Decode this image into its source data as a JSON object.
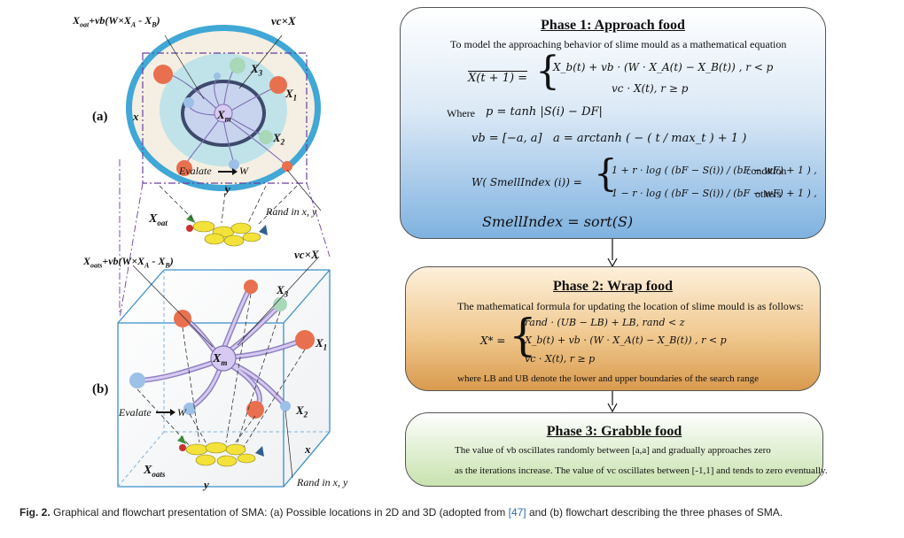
{
  "left": {
    "label_a": "(a)",
    "label_b": "(b)",
    "top_formula": "X",
    "top_formula_sub": "oat",
    "top_formula_rest": "+vb(W×X",
    "top_formula_sub2": "A",
    "top_formula_rest2": " - X",
    "top_formula_sub3": "B",
    "top_formula_end": ")",
    "vc_x": "vc×X",
    "x3": "X",
    "x3_sub": "3",
    "x1": "X",
    "x1_sub": "1",
    "x2": "X",
    "x2_sub": "2",
    "xm": "X",
    "xm_sub": "m",
    "x_axis": "x",
    "y_axis": "y",
    "evaluate": "Evalate",
    "w": "W",
    "rand": "Rand in x, y",
    "xoat": "X",
    "xoat_sub": "oat",
    "b_formula": "X",
    "b_formula_sub": "oats",
    "b_formula_rest": "+vb(W×X",
    "b_formula_sub2": "A",
    "b_formula_rest2": " - X",
    "b_formula_sub3": "B",
    "b_formula_end": ")",
    "b_vc_x": "vc×X",
    "b_evaluate": "Evalate",
    "b_w": "W",
    "b_rand": "Rand in x, y",
    "b_xoats": "X",
    "b_xoats_sub": "oats",
    "b_x_axis": "x",
    "b_y_axis": "y"
  },
  "phase1": {
    "title": "Phase 1: Approach food",
    "intro": "To model the approaching behavior of slime mould as a mathematical equation",
    "eq_lhs": "X(t + 1) =",
    "eq_case1": "X_b(t) + vb · (W · X_A(t) − X_B(t)) , r < p",
    "eq_case2": "vc · X(t), r ≥ p",
    "where": "Where",
    "p_eq": "p = tanh |S(i) − DF|",
    "vb_eq": "vb = [−a, a]",
    "a_eq": "a = arctanh ( − ( t / max_t ) + 1 )",
    "w_lhs": "W( SmellIndex (i)) =",
    "w_case1": "1 + r · log ( (bF − S(i)) / (bF − wF) + 1 ) ,",
    "w_case1_cond": "condition",
    "w_case2": "1 − r · log ( (bF − S(i)) / (bF − wF) + 1 ) ,",
    "w_case2_cond": "others",
    "smell": "SmellIndex = sort(S)"
  },
  "phase2": {
    "title": "Phase 2: Wrap food",
    "intro": "The mathematical formula for updating the location of slime mould is as follows:",
    "lhs": "X* =",
    "case1": "rand · (UB − LB) + LB,  rand < z",
    "case2": "X_b(t) + vb · (W · X_A(t) − X_B(t)) , r < p",
    "case3": "vc · X(t), r ≥ p",
    "note": "where LB and UB denote the lower and upper boundaries of the search range"
  },
  "phase3": {
    "title": "Phase 3: Grabble food",
    "line1": "The value of vb oscillates randomly between [a,a] and gradually approaches zero",
    "line2": "as the iterations increase. The value of vc oscillates between [-1,1] and tends to zero eventually."
  },
  "caption": {
    "fig": "Fig. 2.",
    "text_before_ref": " Graphical and flowchart presentation of SMA: (a) Possible locations in 2D and 3D (adopted from ",
    "ref": "[47]",
    "text_after_ref": " and (b) flowchart describing the three phases of SMA."
  },
  "colors": {
    "phase1_top": "#ffffff",
    "phase1_bottom": "#7fb2e0",
    "phase2_top": "#fdf0dc",
    "phase2_bottom": "#d99a4e",
    "phase3_top": "#ffffff",
    "phase3_bottom": "#c9e3b0",
    "outer_ellipse": "#40a7d6",
    "node_red": "#e8704f",
    "node_blue": "#9cc0e6",
    "node_green": "#a8d8b8",
    "slime": "#c9b8ec",
    "food": "#f2e23a"
  }
}
